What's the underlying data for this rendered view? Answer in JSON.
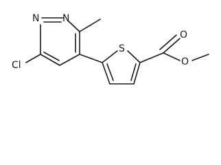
{
  "molecule": {
    "atoms": {
      "n_upper": "N",
      "n_lower": "N",
      "chlorine": "Cl",
      "sulfur": "S",
      "carbonyl_oxygen": "O",
      "ester_oxygen": "O"
    }
  }
}
